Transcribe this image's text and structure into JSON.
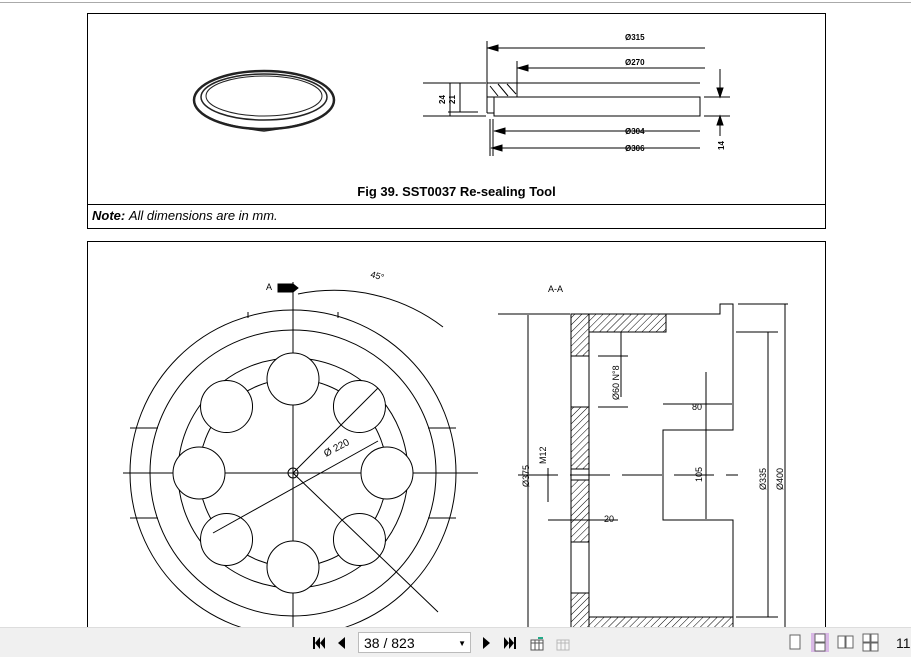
{
  "figure1": {
    "caption": "Fig 39. SST0037 Re-sealing Tool",
    "note_label": "Note:",
    "note_text": "All dimensions are in mm.",
    "dims": {
      "d315": "Ø315",
      "d270": "Ø270",
      "d304": "Ø304",
      "d306": "Ø306",
      "h24": "24",
      "h21": "21",
      "h14": "14"
    }
  },
  "figure2": {
    "section_marker": "A",
    "angle": "45°",
    "pitch_diameter": "Ø 220",
    "section_title": "A-A",
    "dims": {
      "d375": "Ø375",
      "holes": "Ø60 N°8",
      "m12": "M12",
      "w20": "20",
      "w80": "80",
      "h105": "105",
      "d335": "Ø335",
      "d400": "Ø400"
    }
  },
  "toolbar": {
    "page_value": "38 / 823",
    "zoom_partial": "11"
  }
}
